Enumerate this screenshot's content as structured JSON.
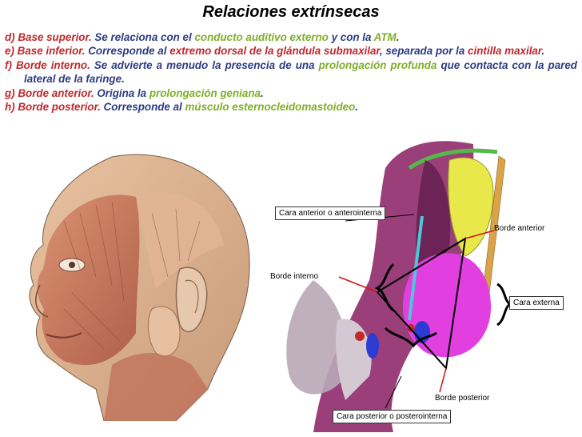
{
  "title": "Relaciones extrínsecas",
  "items": [
    {
      "letter": "d)",
      "name": "Base superior",
      "dot": ".",
      "s1": " Se relaciona con el ",
      "t1": "conducto auditivo externo",
      "s2": " y con la ",
      "t2": "ATM",
      "end": "."
    },
    {
      "letter": "e)",
      "name": "Base inferior",
      "dot": ".",
      "s1": " Corresponde al ",
      "t1": "extremo dorsal de la glándula submaxilar",
      "s2": ", separada por la ",
      "t2": "cintilla maxilar",
      "end": "."
    },
    {
      "letter": "f)",
      "name": "Borde interno",
      "dot": ".",
      "s1": " Se advierte a menudo la presencia de una ",
      "t1": "prolongación profunda",
      "s2": " que contacta con la pared lateral de la faringe",
      "end": "."
    },
    {
      "letter": "g)",
      "name": "Borde anterior",
      "dot": ".",
      "s1": " Origina la ",
      "t1": "prolongación geniana",
      "end": "."
    },
    {
      "letter": "h)",
      "name": "Borde posterior",
      "dot": ".",
      "s1": " Corresponde al ",
      "t1": "músculo esternocleidomastoideo",
      "end": "."
    }
  ],
  "diagram_labels": {
    "cara_anterior": "Cara anterior o anterointerna",
    "borde_anterior": "Borde anterior",
    "borde_interno": "Borde interno",
    "cara_externa": "Cara externa",
    "borde_posterior": "Borde posterior",
    "cara_posterior": "Cara posterior o posterointerna"
  },
  "colors": {
    "red": "#c0282d",
    "blue": "#2d3b82",
    "green": "#7fae29"
  }
}
